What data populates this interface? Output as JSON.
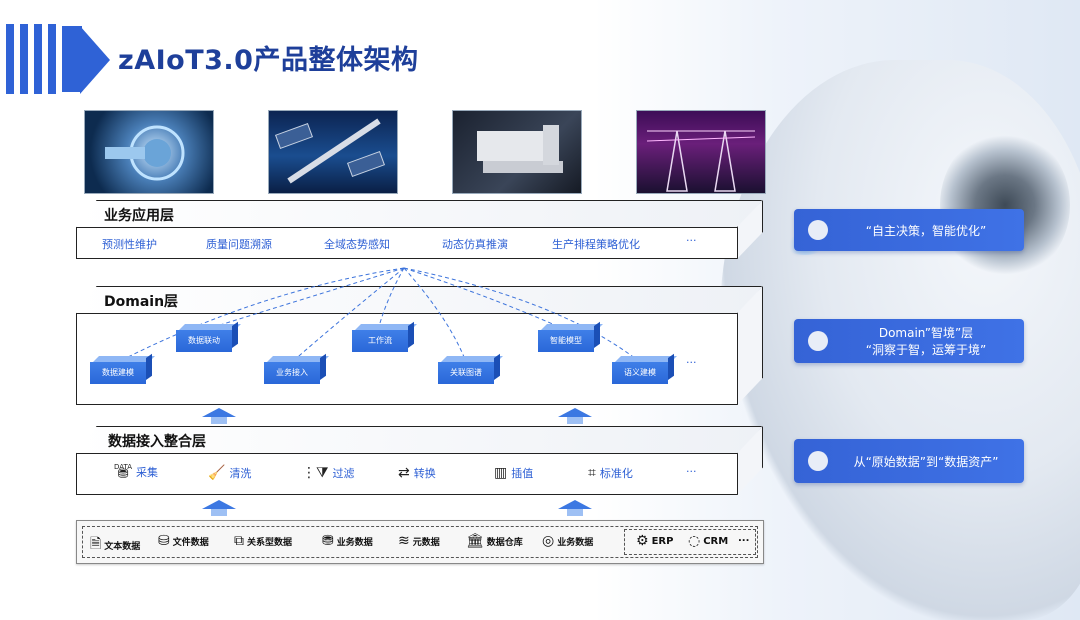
{
  "title": "zAIoT3.0产品整体架构",
  "images": [
    {
      "name": "turbine-engine-photo"
    },
    {
      "name": "space-station-photo"
    },
    {
      "name": "industrial-machine-photo"
    },
    {
      "name": "power-tower-photo"
    }
  ],
  "application_layer": {
    "title": "业务应用层",
    "items": [
      "预测性维护",
      "质量问题溯源",
      "全域态势感知",
      "动态仿真推演",
      "生产排程策略优化",
      "···"
    ]
  },
  "domain_layer": {
    "title": "Domain层",
    "cubes": [
      "数据联动",
      "工作流",
      "智能模型",
      "数据建模",
      "业务接入",
      "关联图谱",
      "语义建模"
    ],
    "more": "···"
  },
  "integration_layer": {
    "title": "数据接入整合层",
    "items": [
      "采集",
      "清洗",
      "过滤",
      "转换",
      "插值",
      "标准化",
      "···"
    ],
    "icon_badge": "DATA"
  },
  "sources": {
    "items": [
      "文本数据",
      "文件数据",
      "关系型数据",
      "业务数据",
      "元数据",
      "数据仓库",
      "业务数据"
    ],
    "extras": [
      "ERP",
      "CRM",
      "..."
    ]
  },
  "callouts": [
    {
      "line1": "“自主决策，智能优化”"
    },
    {
      "line1": "Domain”智境”层",
      "line2": "“洞察于智，运筹于境”"
    },
    {
      "line1": "从“原始数据”到“数据资产”"
    }
  ],
  "colors": {
    "primary": "#2f62d6",
    "accent_text": "#2d5fd4",
    "cube": "#2a67d8"
  }
}
